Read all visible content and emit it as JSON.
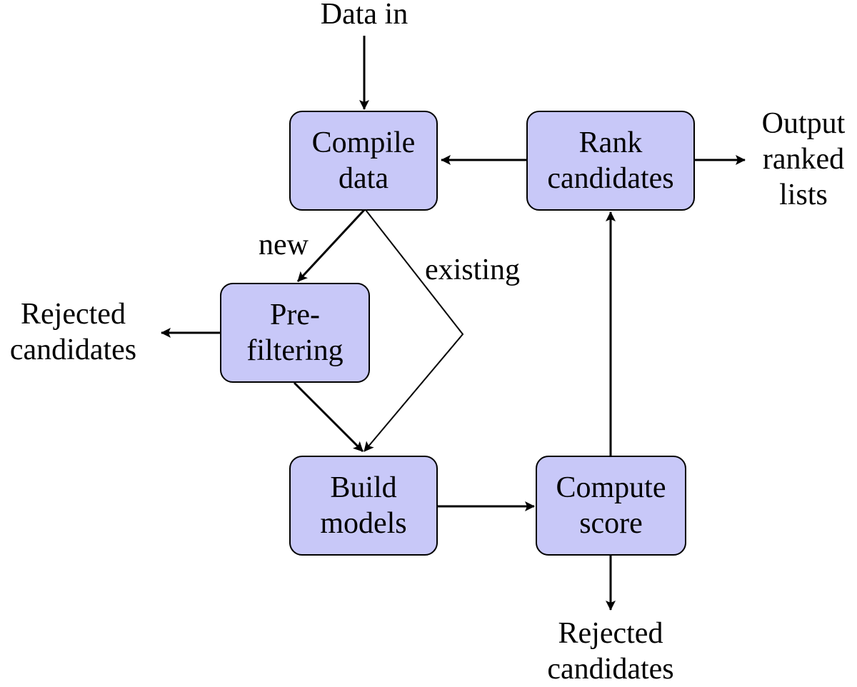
{
  "input": {
    "label": "Data in"
  },
  "nodes": {
    "compile": {
      "lines": [
        "Compile",
        "data"
      ]
    },
    "rank": {
      "lines": [
        "Rank",
        "candidates"
      ]
    },
    "prefilter": {
      "lines": [
        "Pre-",
        "filtering"
      ]
    },
    "build": {
      "lines": [
        "Build",
        "models"
      ]
    },
    "compute": {
      "lines": [
        "Compute",
        "score"
      ]
    }
  },
  "edges": {
    "new_label": "new",
    "existing_label": "existing"
  },
  "outputs": {
    "ranked": {
      "lines": [
        "Output",
        "ranked",
        "lists"
      ]
    },
    "rejected_left": {
      "lines": [
        "Rejected",
        "candidates"
      ]
    },
    "rejected_bottom": {
      "lines": [
        "Rejected",
        "candidates"
      ]
    }
  },
  "colors": {
    "box_fill": "#c8c8f8",
    "stroke": "#000000"
  }
}
